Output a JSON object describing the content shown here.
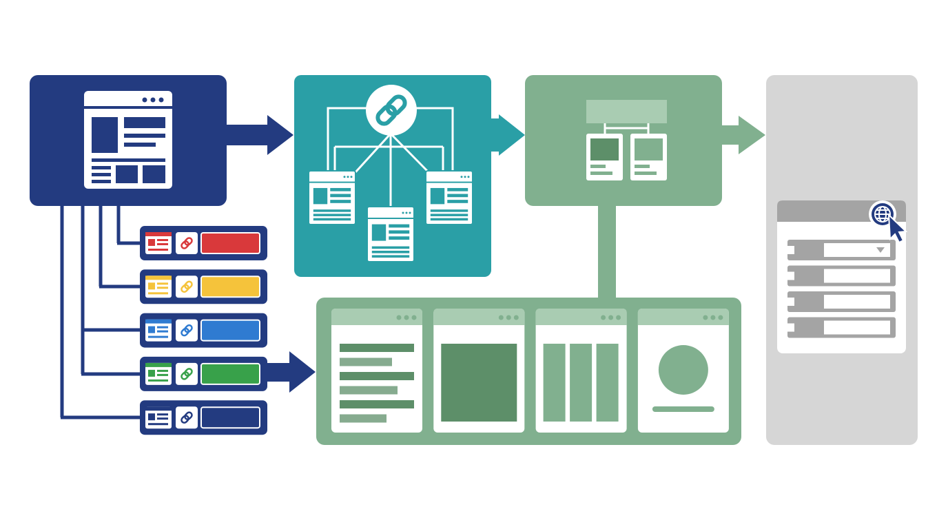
{
  "palette": {
    "navy": "#233b80",
    "teal": "#2a9fa6",
    "sage": "#81b08f",
    "sage_dark": "#5d8f69",
    "sage_light": "#a9ccb2",
    "gray_panel": "#d6d6d6",
    "gray_mid": "#a4a4a4",
    "white": "#ffffff",
    "link_red": "#d9393b",
    "link_yellow": "#f5c33b",
    "link_blue": "#2f7bd1",
    "link_green": "#38a14a",
    "link_navy": "#233b80"
  },
  "nodes": {
    "source_page": {
      "icon": "webpage-icon"
    },
    "link_hub": {
      "icon": "chain-link-icon"
    },
    "hierarchy": {
      "icon": "org-chart-icon"
    },
    "browser_panel": {
      "icon": "globe-cursor-icon"
    },
    "layout_gallery": {
      "icon": "layout-thumbnails-icon"
    }
  },
  "link_rows": [
    {
      "color": "#d9393b",
      "icon": "chain-link-icon"
    },
    {
      "color": "#f5c33b",
      "icon": "chain-link-icon"
    },
    {
      "color": "#2f7bd1",
      "icon": "chain-link-icon"
    },
    {
      "color": "#38a14a",
      "icon": "chain-link-icon"
    },
    {
      "color": "#233b80",
      "icon": "chain-link-icon"
    }
  ],
  "gallery_cards": [
    {
      "kind": "text-lines"
    },
    {
      "kind": "image-block"
    },
    {
      "kind": "columns"
    },
    {
      "kind": "circle-media"
    }
  ],
  "browser_rows": [
    {
      "kind": "dropdown"
    },
    {
      "kind": "field"
    },
    {
      "kind": "field"
    },
    {
      "kind": "field"
    }
  ]
}
